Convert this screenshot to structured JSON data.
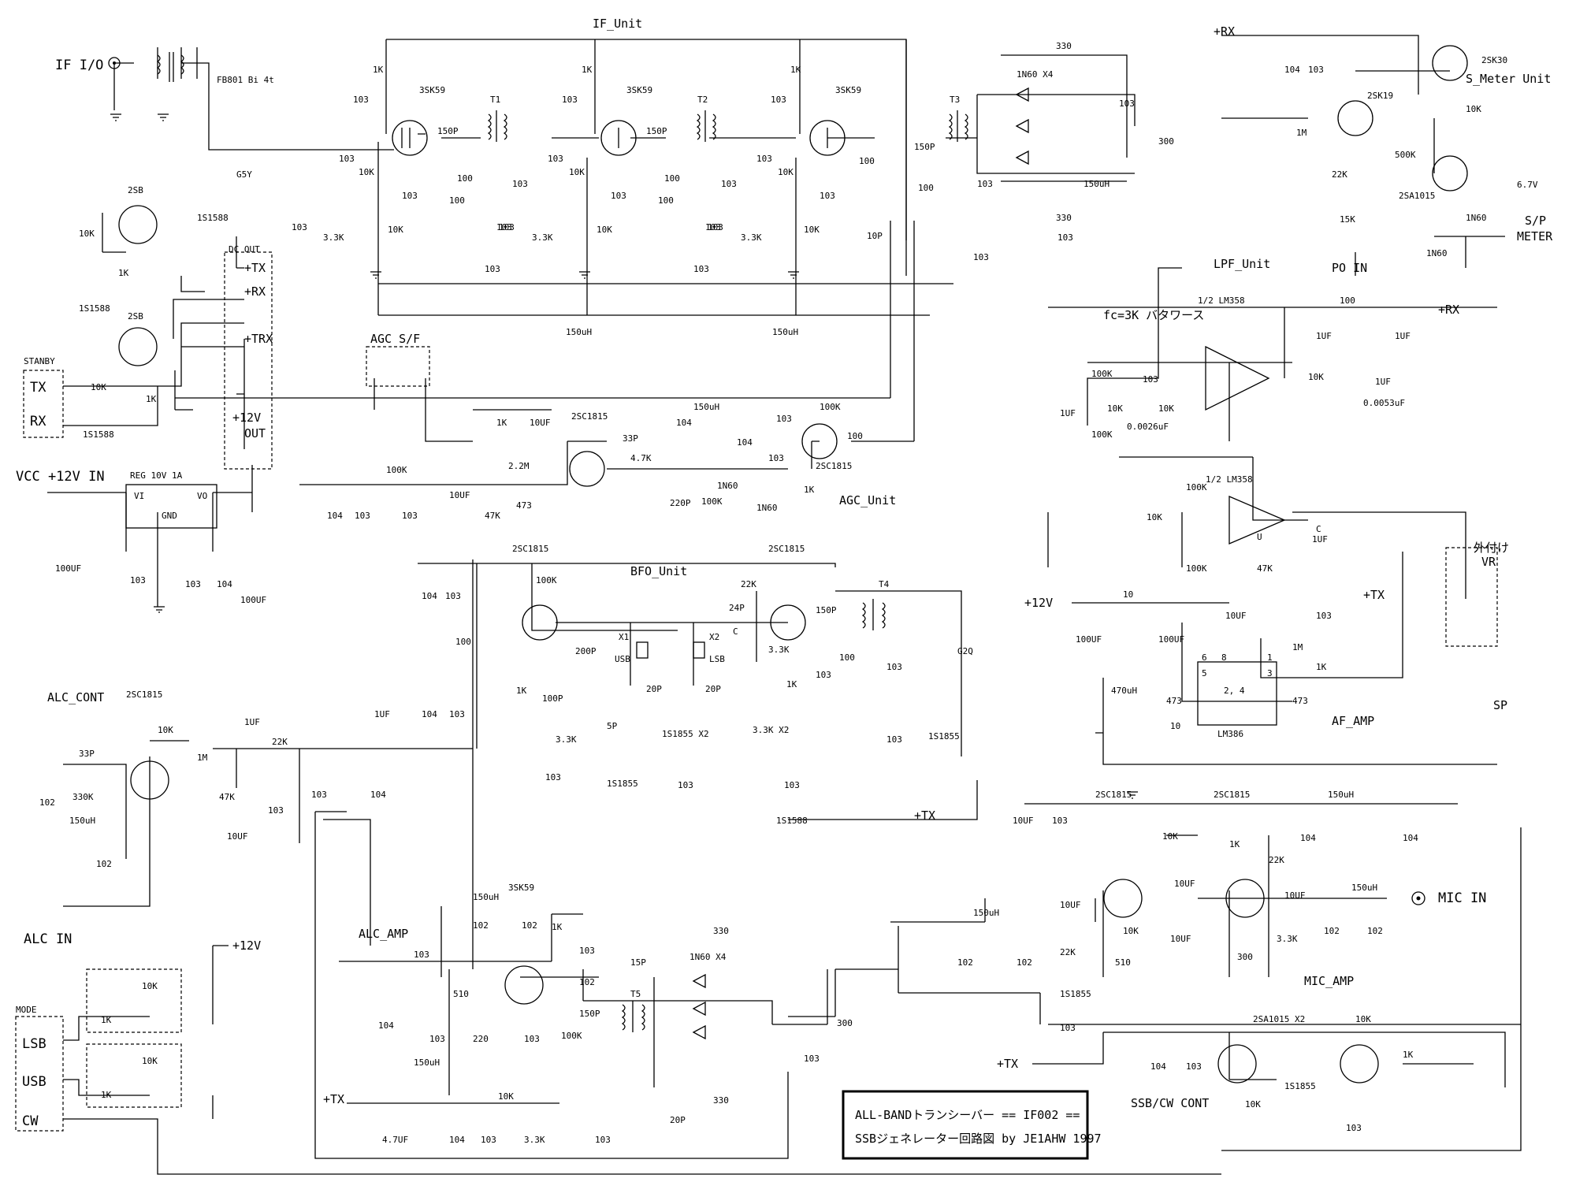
{
  "title": {
    "line1": "ALL-BANDトランシーバー  ==  IF002  ==",
    "line2": "SSBジェネレーター回路図 by  JE1AHW  1997"
  },
  "sections": {
    "if_unit": "IF_Unit",
    "s_meter_unit": "S_Meter Unit",
    "lpf_unit": "LPF_Unit",
    "agc_unit": "AGC_Unit",
    "bfo_unit": "BFO_Unit",
    "af_amp": "AF_AMP",
    "alc_amp": "ALC_AMP",
    "mic_amp": "MIC_AMP",
    "alc_cont": "ALC_CONT",
    "ssb_cw_cont": "SSB/CW CONT",
    "stanby": "STANBY",
    "mode": "MODE",
    "dc_out": "DC OUT",
    "agc_sf": "AGC S/F",
    "fc_note": "fc=3K バタワース",
    "ext_vr": "外付け",
    "ext_vr2": "VR"
  },
  "ports": {
    "if_io": "IF I/O",
    "vcc": "VCC +12V IN",
    "plus_rx_top": "+RX",
    "plus_rx_lpf": "+RX",
    "plus_tx_af": "+TX",
    "plus12_af": "+12V",
    "sp_meter_1": "S/P",
    "sp_meter_2": "METER",
    "po_in": "PO IN",
    "alc_in": "ALC IN",
    "mic_in": "MIC IN",
    "sp": "SP",
    "tx_bfo": "+TX",
    "tx_alc": "+TX",
    "tx_ssb": "+TX",
    "plus12_mode": "+12V",
    "tx_pin": "TX",
    "rx_pin": "RX",
    "lsb": "LSB",
    "usb": "USB",
    "cw": "CW",
    "dc_tx": "+TX",
    "dc_rx": "+RX",
    "dc_trx": "+TRX",
    "out12_a": "+12V",
    "out12_b": "OUT"
  },
  "components": {
    "fb801": "FB801 Bi 4t",
    "g5y": "G5Y",
    "s1588_a": "1S1588",
    "s1588_b": "1S1588",
    "s1588_c": "1S1588",
    "s1588_d": "1S1588",
    "q2sb_a": "2SB",
    "q2sb_b": "2SB",
    "r10k_a": "10K",
    "r1k_a": "1K",
    "r10k_b": "10K",
    "r1k_b": "1K",
    "reg": "REG 10V 1A",
    "reg_vi": "VI",
    "reg_vo": "VO",
    "reg_gnd": "GND",
    "c100uf_a": "100UF",
    "c103_reg": "103",
    "c103_reg2": "103",
    "c104_reg": "104",
    "c100uf_b": "100UF",
    "q1": "3SK59",
    "q2": "3SK59",
    "q3": "3SK59",
    "t1": "T1",
    "t2": "T2",
    "t3": "T3",
    "r1k_q1": "1K",
    "r1k_q2": "1K",
    "r1k_q3": "1K",
    "c103_q1": "103",
    "c103_q2": "103",
    "c103_q3": "103",
    "c150p_1": "150P",
    "c150p_2": "150P",
    "c150p_3": "150P",
    "c103_in": "103",
    "c103_c12": "103",
    "c103_c23": "103",
    "r10k_g1": "10K",
    "r10k_g2": "10K",
    "r10k_g3": "10K",
    "r10k_gb1": "10K",
    "r10k_gb2": "10K",
    "r10k_gb3": "10K",
    "r33k_1": "3.3K",
    "r33k_2": "3.3K",
    "r33k_3": "3.3K",
    "c103_gb1": "103",
    "c103_gb2": "103",
    "c103_gb3": "103",
    "c103_s1": "103",
    "c103_s2": "103",
    "c103_s3": "103",
    "r100_s1": "100",
    "r100_s2": "100",
    "r100_s3": "100",
    "r100_t1": "100",
    "r100_t2": "100",
    "r100_t3": "100",
    "c103_t1": "103",
    "c103_t2": "103",
    "c103_t3": "103",
    "c103_t1b": "103",
    "c103_t2b": "103",
    "c103_b1": "103",
    "c103_b2": "103",
    "c103_b3": "103",
    "l150_a": "150uH",
    "l150_b": "150uH",
    "c10p": "10P",
    "r330_a": "330",
    "r330_b": "330",
    "d1n60x4_a": "1N60 X4",
    "c103_mix": "103",
    "vr300_a": "300",
    "l150_mix": "150uH",
    "c103_mix2": "103",
    "q2sk30": "2SK30",
    "q2sk19": "2SK19",
    "q2sa1015": "2SA1015",
    "c104_sm": "104",
    "c103_sm": "103",
    "r1m_sm": "1M",
    "r22k_sm": "22K",
    "r15k_sm": "15K",
    "vr500k": "500K",
    "r10k_sm": "10K",
    "d1n60_sm1": "1N60",
    "d1n60_sm2": "1N60",
    "z67": "6.7V",
    "lm358_a": "1/2 LM358",
    "lm358_b": "1/2 LM358",
    "r100_lpf": "100",
    "c1uf_lpf1": "1UF",
    "c1uf_lpf2": "1UF",
    "c1uf_lpf3": "1UF",
    "c1uf_lpf4": "1UF",
    "c1uf_lpf5": "1UF",
    "r100k_l1": "100K",
    "r100k_l2": "100K",
    "c103_lpf": "103",
    "r10k_l1": "10K",
    "r10k_l2": "10K",
    "r10k_l3": "10K",
    "c0026": "0.0026uF",
    "c0053": "0.0053uF",
    "r100k_l3": "100K",
    "r100k_l4": "100K",
    "r10k_l4": "10K",
    "r47k_l": "47K",
    "u_lbl": "U",
    "c_lbl": "C",
    "r1k_agc": "1K",
    "c10uf_agc": "10UF",
    "q2sc1815_agc1": "2SC1815",
    "q2sc1815_agc2": "2SC1815",
    "c33p_agc": "33P",
    "l150_agc": "150uH",
    "r100k_agc": "100K",
    "c104_agc1": "104",
    "c104_agc2": "104",
    "c103_agc": "103",
    "c103_agc2": "103",
    "r100_agc": "100",
    "r1k_agc2": "1K",
    "vr100k": "100K",
    "r22m": "2.2M",
    "r47k_agc": "4.7K",
    "d1n60_agc1": "1N60",
    "d1n60_agc2": "1N60",
    "c220p": "220P",
    "r100k_agc2": "100K",
    "c104_agc3": "104",
    "c103_agc3": "103",
    "c103_agc4": "103",
    "c10uf_agc2": "10UF",
    "r47k_agc2": "47K",
    "r473": "473",
    "q2sc1815_bfo1": "2SC1815",
    "q2sc1815_bfo2": "2SC1815",
    "c104_bfo": "104",
    "c103_bfo": "103",
    "r100k_bfo": "100K",
    "r100_bfo": "100",
    "c200p": "200P",
    "c100p": "100P",
    "r1k_bfo": "1K",
    "x1": "X1",
    "x2": "X2",
    "usb_x": "USB",
    "lsb_x": "LSB",
    "c24p": "24P",
    "c_bfo": "C",
    "r22k_bfo": "22K",
    "r33k_bfo": "3.3K",
    "c150p_bfo": "150P",
    "t4": "T4",
    "r1k_bfo2": "1K",
    "c103_bfo2": "103",
    "r100_bfo2": "100",
    "c103_bfo3": "103",
    "c103_bfo4": "103",
    "g2q": "G2Q",
    "s1855_bfo": "1S1855",
    "c20p_1": "20P",
    "c20p_2": "20P",
    "c5p": "5P",
    "r33k_bfo2": "3.3K",
    "d1855x2": "1S1855 X2",
    "r33kx2": "3.3K X2",
    "c103_bfo5": "103",
    "s1855_bfo2": "1S1855",
    "c103_bfo6": "103",
    "c103_bfo7": "103",
    "c1uf_bfo": "1UF",
    "c104_bfo2": "104",
    "c103_bfo8": "103",
    "q2sc1815_alc": "2SC1815",
    "c33p_alc": "33P",
    "r10k_alc": "10K",
    "c1uf_alc": "1UF",
    "r1m_alc": "1M",
    "r22k_alc": "22K",
    "c102_alc": "102",
    "r330k": "330K",
    "l150_alc": "150uH",
    "c102_alc2": "102",
    "r47k_alc": "47K",
    "c10uf_alc": "10UF",
    "c103_alc": "103",
    "c103_alc2": "103",
    "c104_alc": "104",
    "q3sk59_alc": "3SK59",
    "l150_alcamp": "150uH",
    "c102_a1": "102",
    "c102_a2": "102",
    "r1k_alcamp": "1K",
    "c103_a1": "103",
    "c103_a2": "103",
    "c102_a3": "102",
    "r510": "510",
    "c104_a": "104",
    "c103_a3": "103",
    "r220": "220",
    "c103_a4": "103",
    "r100k_a": "100K",
    "c15p": "15P",
    "c150p_a": "150P",
    "t5": "T5",
    "r330_c": "330",
    "d1n60x4_b": "1N60 X4",
    "r330_d": "330",
    "vr300_b": "300",
    "c103_a5": "103",
    "c20p_a": "20P",
    "l150_a2": "150uH",
    "c47uf": "4.7UF",
    "c104_a2": "104",
    "c103_a6": "103",
    "r33k_a": "3.3K",
    "c103_a7": "103",
    "q2sc1815_m1": "2SC1815",
    "q2sc1815_m2": "2SC1815",
    "c10uf_m1": "10UF",
    "c103_m1": "103",
    "r10k_m1": "10K",
    "r1k_m1": "1K",
    "l150_m1": "150uH",
    "c104_m1": "104",
    "c104_m2": "104",
    "r22k_m": "22K",
    "c10uf_m2": "10UF",
    "c10uf_m3": "10UF",
    "c10uf_m4": "10UF",
    "l150_m2": "150uH",
    "l150_m3": "150uH",
    "c10uf_m5": "10UF",
    "c102_m1": "102",
    "c102_m2": "102",
    "c102_m3": "102",
    "c102_m4": "102",
    "r10k_m2": "10K",
    "r510_m": "510",
    "r300_m": "300",
    "r33k_m": "3.3K",
    "r22k_m2": "22K",
    "s1855_m": "1S1855",
    "c103_m2": "103",
    "q2sa1015x2": "2SA1015 X2",
    "c104_ssb": "104",
    "c103_ssb": "103",
    "r10k_ssb": "10K",
    "r10k_ssb2": "10K",
    "s1855_ssb": "1S1855",
    "c103_ssb2": "103",
    "r1k_ssb": "1K",
    "r10k_mode1": "10K",
    "r1k_mode1": "1K",
    "r10k_mode2": "10K",
    "r1k_mode2": "1K",
    "r10_af": "10",
    "c100uf_af1": "100UF",
    "c100uf_af2": "100UF",
    "c10uf_af": "10UF",
    "lm386": "LM386",
    "lm386_pins": "2, 4",
    "p6": "6",
    "p8": "8",
    "p1": "1",
    "p5": "5",
    "p3": "3",
    "r1m_af": "1M",
    "c103_af": "103",
    "r1k_af": "1K",
    "c473_af": "473",
    "c470uf": "470uH",
    "c473_af2": "473",
    "r10_af2": "10"
  }
}
